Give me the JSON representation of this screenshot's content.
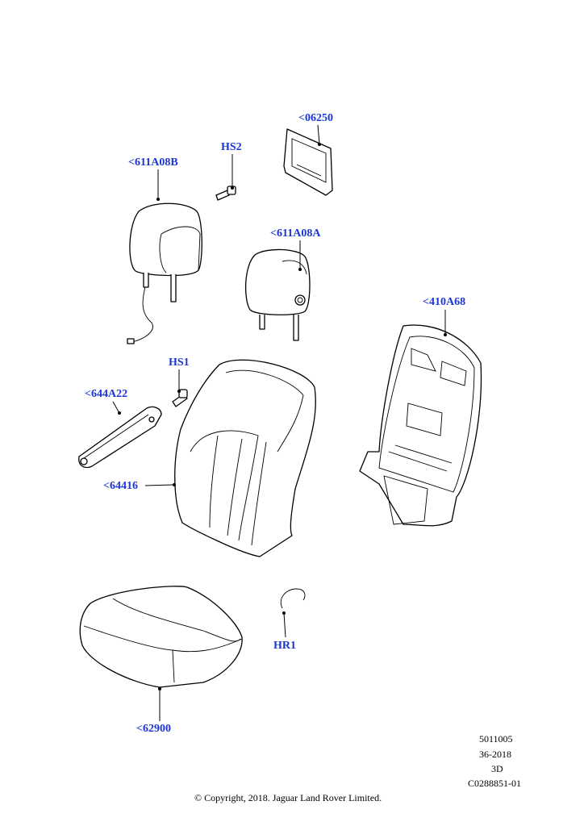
{
  "callouts": {
    "headrest_rear": "<611A08B",
    "screw_top": "HS2",
    "screen_frame": "<06250",
    "headrest_front": "<611A08A",
    "backboard": "<410A68",
    "screw_side": "HS1",
    "side_trim": "<644A22",
    "back_cover": "<64416",
    "hook_ring": "HR1",
    "cushion_cover": "<62900"
  },
  "meta": {
    "line1": "5011005",
    "line2": "36-2018",
    "line3": "3D",
    "line4": "C0288851-01"
  },
  "copyright": "© Copyright, 2018. Jaguar Land Rover Limited."
}
